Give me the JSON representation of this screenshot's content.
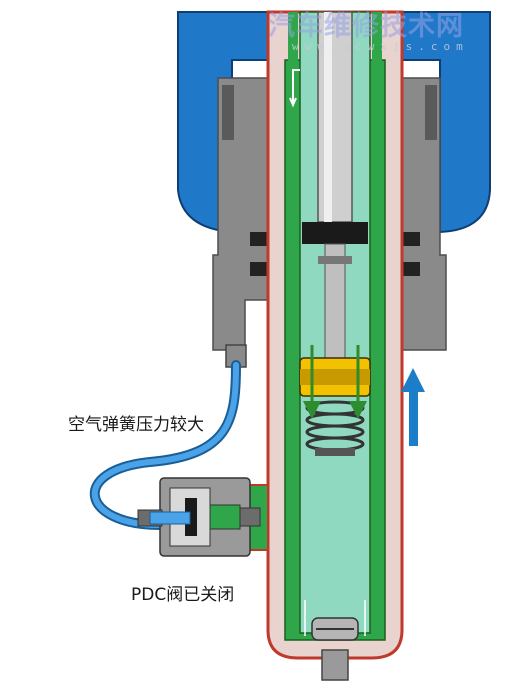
{
  "labels": {
    "air_spring_pressure": "空气弹簧压力较大",
    "pdc_valve_closed": "PDC阀已关闭"
  },
  "watermark": {
    "text": "汽车维修技术网",
    "url": "www.qcwxjs.com"
  },
  "colors": {
    "air_bellows": "#1f78c8",
    "oil_fill": "#8fd9c0",
    "rebound_chamber": "#2fa64a",
    "outer_tube": "#c0392b",
    "dust_cover": "#e8d3cf",
    "piston_seal": "#f2c200",
    "housing_gray": "#8a8a8a",
    "motion_arrow": "#1c7dc8"
  },
  "icons": [
    "upward-motion-arrow",
    "flow-arrow"
  ]
}
